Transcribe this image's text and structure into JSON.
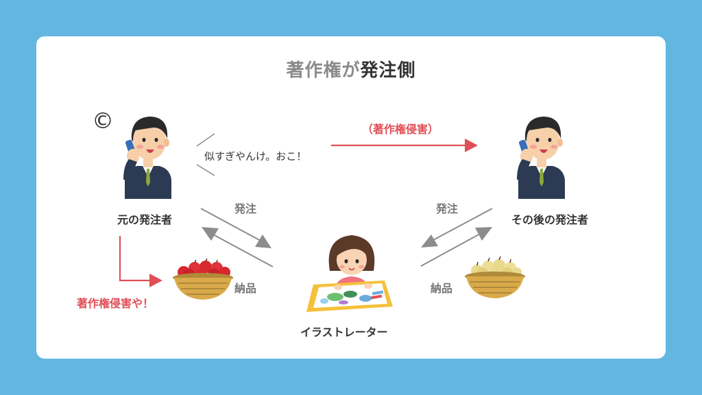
{
  "title": {
    "part1": "著作権が",
    "part2": "発注側"
  },
  "left_person": {
    "label": "元の発注者",
    "copyright_symbol": "©",
    "speech": "似すぎやんけ。おこ！"
  },
  "right_person": {
    "label": "その後の発注者"
  },
  "illustrator": {
    "label": "イラストレーター"
  },
  "arrows": {
    "order_left": "発注",
    "delivery_left": "納品",
    "order_right": "発注",
    "delivery_right": "納品",
    "infringement_top": "（著作権侵害）",
    "infringement_left": "著作権侵害や！"
  },
  "colors": {
    "background": "#62b6e0",
    "card": "#ffffff",
    "accent_red": "#e04f56",
    "arrow_gray": "#8c8c8c",
    "text_dark": "#333333"
  },
  "icons": {
    "left_person": "businessman-on-phone-icon",
    "right_person": "businessman-on-phone-icon",
    "illustrator": "girl-drawing-icon",
    "apples": "apple-basket-icon",
    "pears": "pear-basket-icon"
  }
}
